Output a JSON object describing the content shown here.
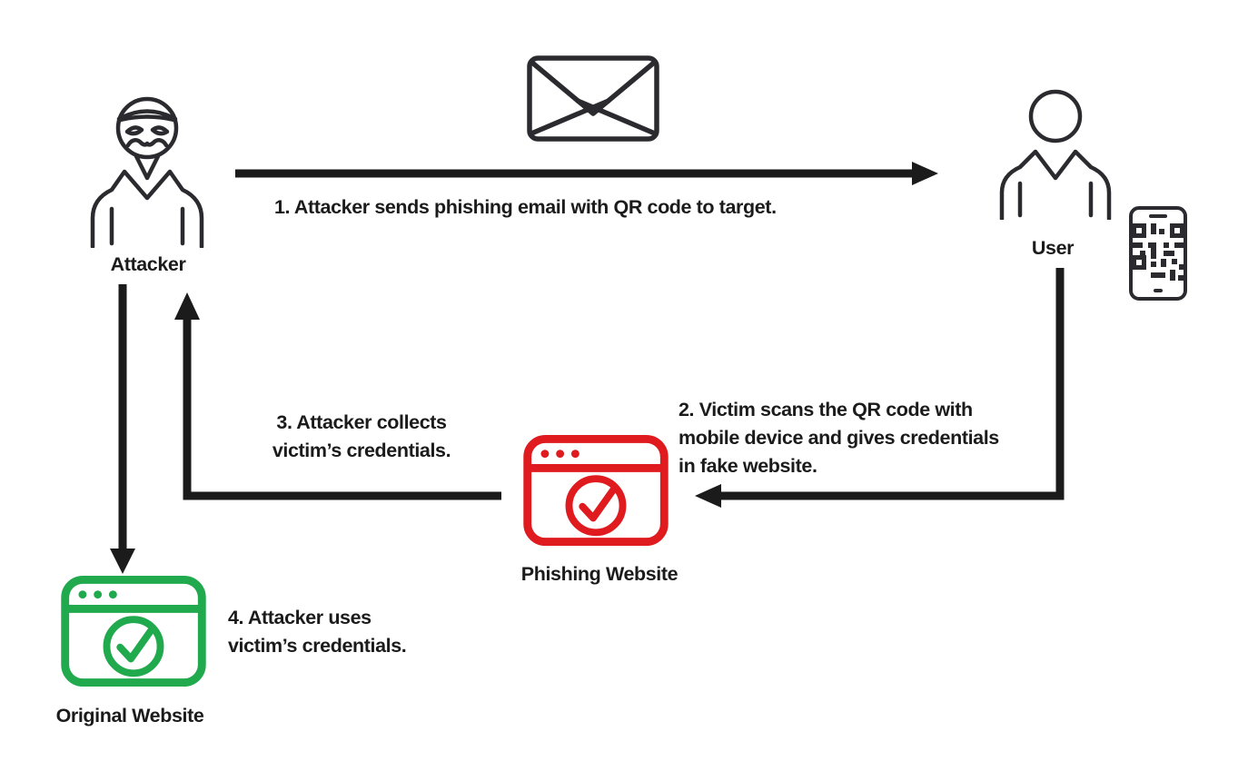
{
  "colors": {
    "ink": "#1b1b1b",
    "icon_outline": "#2b2a2f",
    "phishing_red": "#e01b20",
    "original_green": "#21a94e",
    "background": "#ffffff"
  },
  "nodes": {
    "attacker": {
      "label": "Attacker",
      "icon": "masked-attacker-icon"
    },
    "user": {
      "label": "User",
      "icon": "user-person-icon"
    },
    "email": {
      "icon": "email-envelope-icon"
    },
    "qr_phone": {
      "icon": "phone-qr-code-icon"
    },
    "phishing_website": {
      "label": "Phishing Website",
      "icon": "browser-check-icon"
    },
    "original_website": {
      "label": "Original Website",
      "icon": "browser-check-icon"
    }
  },
  "steps": [
    {
      "number": 1,
      "text": "1. Attacker sends phishing email with QR code to target."
    },
    {
      "number": 2,
      "text": "2. Victim scans the QR code with\nmobile device and gives credentials\nin fake website."
    },
    {
      "number": 3,
      "text": "3. Attacker collects\nvictim’s credentials."
    },
    {
      "number": 4,
      "text": "4. Attacker uses\nvictim’s credentials."
    }
  ]
}
